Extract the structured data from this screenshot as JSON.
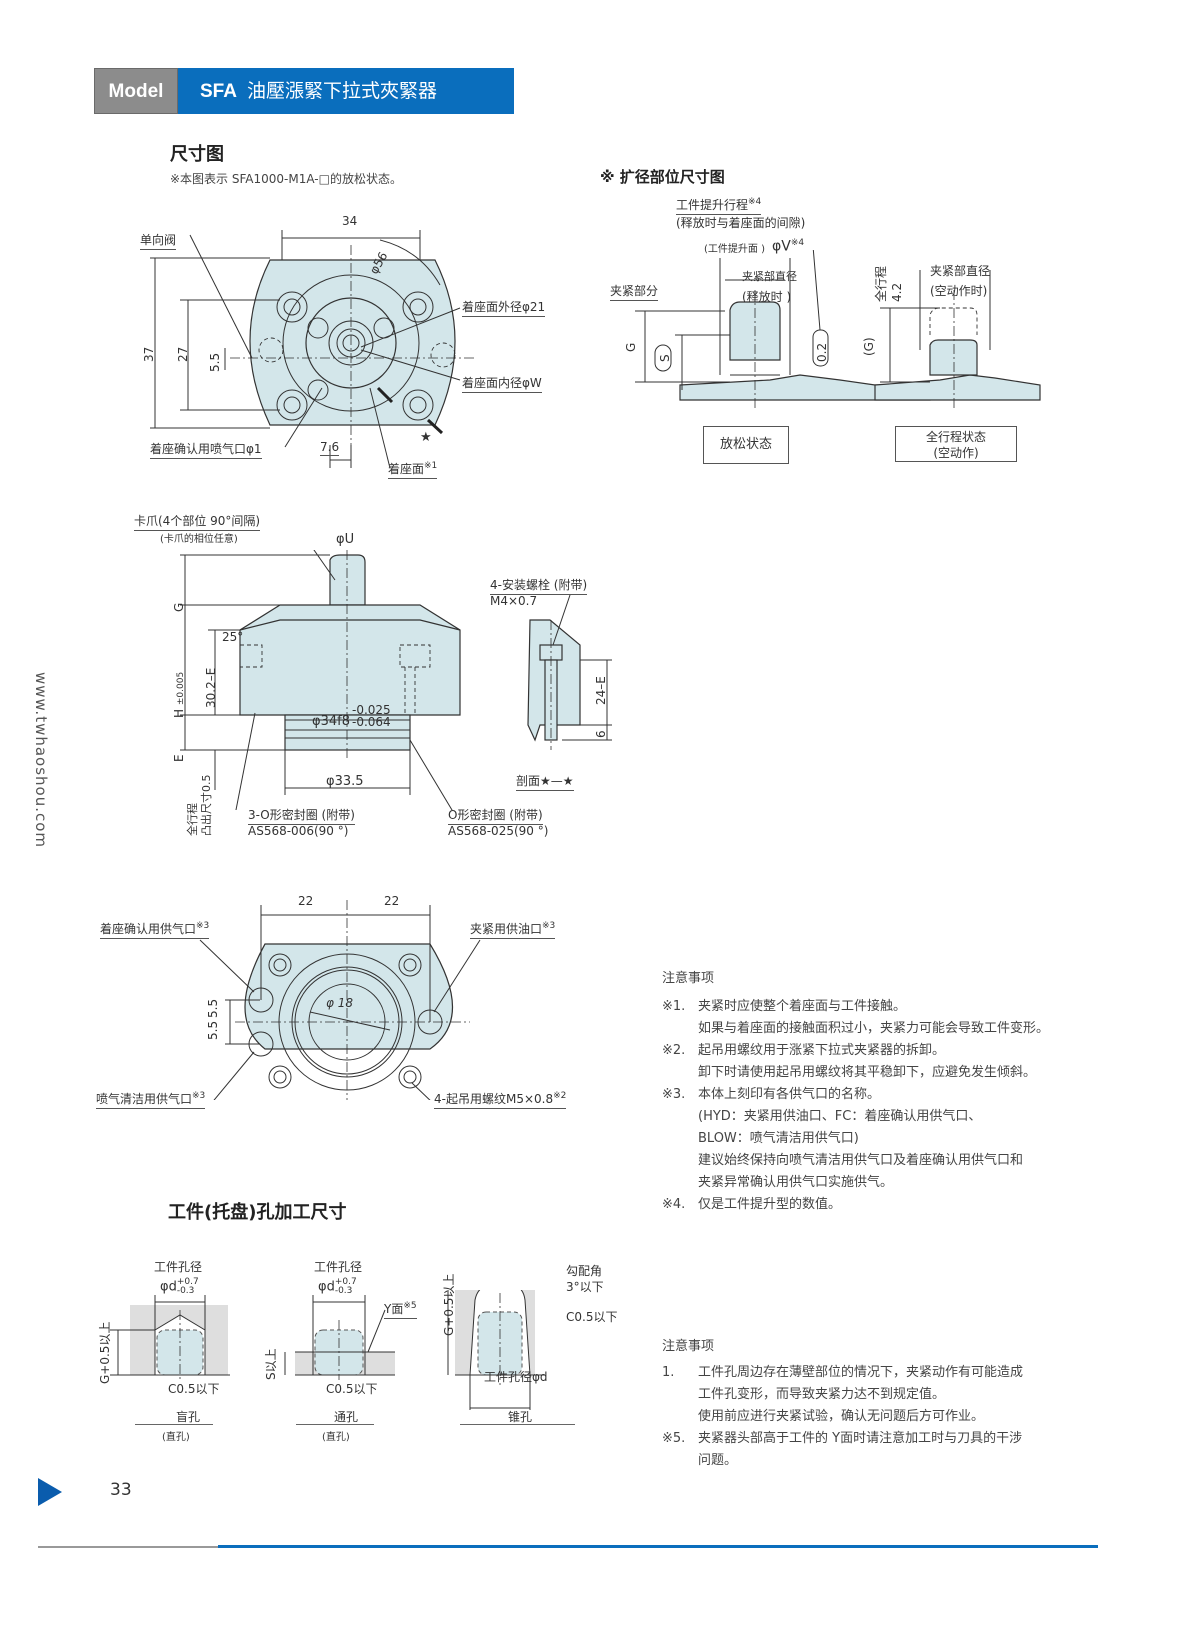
{
  "header": {
    "model_label": "Model",
    "series": "SFA",
    "title": "油壓漲緊下拉式夾緊器"
  },
  "section_dimension": {
    "title": "尺寸图",
    "subtitle": "※本图表示 SFA1000-M1A-□的放松状态。"
  },
  "top_view": {
    "dim_34": "34",
    "dim_56": "φ56",
    "dim_37": "37",
    "dim_27": "27",
    "dim_55": "5.5",
    "dim_76": "7.6",
    "check_valve": "单向阀",
    "seat_outer": "着座面外径φ21",
    "seat_inner": "着座面内径φW",
    "seat_air": "着座确认用喷气口φ1",
    "seat_face": "着座面",
    "seat_face_note": "※1",
    "star": "★"
  },
  "expand_view": {
    "title": "※ 扩径部位尺寸图",
    "lift_stroke": "工件提升行程",
    "lift_note": "※4",
    "lift_gap": "(释放时与着座面的间隙)",
    "lift_face": "(工件提升面 )",
    "phi_v": "φV",
    "phi_v_note": "※4",
    "clamp_dia": "夹紧部直径",
    "release": "(释放时 )",
    "clamp_part": "夹紧部分",
    "g": "G",
    "s": "S",
    "gap": "0.2",
    "state_release": "放松状态",
    "full_stroke_label": "全行程",
    "full_stroke_val": "4.2",
    "clamp_dia2": "夹紧部直径",
    "idle": "(空动作时)",
    "g_paren": "(G)",
    "state_full": "全行程状态",
    "state_full_sub": "(空动作)"
  },
  "side_view": {
    "claw": "卡爪(4个部位 90°间隔)",
    "claw_sub": "(卡爪的相位任意)",
    "phi_u": "φU",
    "g": "G",
    "angle": "25°",
    "h": "H",
    "h_tol": "±0.005",
    "dim_302e": "30.2–E",
    "e": "E",
    "phi34": "φ34f8",
    "tol_up": "-0.025",
    "tol_low": "-0.064",
    "phi335": "φ33.5",
    "full_stroke": "全行程",
    "protrude": "凸出尺寸0.5",
    "oring3": "3-O形密封圈 (附带)",
    "oring3_spec": "AS568-006(90 °)",
    "oring": "O形密封圈 (附带)",
    "oring_spec": "AS568-025(90 °)",
    "bolt": "4-安装螺栓 (附带)",
    "bolt_spec": "M4×0.7",
    "dim_24e": "24–E",
    "dim_6": "6",
    "section": "剖面★—★"
  },
  "bottom_view": {
    "dim_22a": "22",
    "dim_22b": "22",
    "seat_supply": "着座确认用供气口",
    "seat_supply_note": "※3",
    "clamp_oil": "夹紧用供油口",
    "clamp_oil_note": "※3",
    "dim_55a": "5.5",
    "dim_55b": "5.5",
    "phi18": "φ 18",
    "blow": "喷气清洁用供气口",
    "blow_note": "※3",
    "lift_thread": "4-起吊用螺纹M5×0.8",
    "lift_thread_note": "※2"
  },
  "notes1": {
    "title": "注意事项",
    "items": [
      {
        "key": "※1.",
        "lines": [
          "夹紧时应使整个着座面与工件接触。",
          "如果与着座面的接触面积过小，夹紧力可能会导致工件变形。"
        ]
      },
      {
        "key": "※2.",
        "lines": [
          "起吊用螺纹用于涨紧下拉式夹紧器的拆卸。",
          "卸下时请使用起吊用螺纹将其平稳卸下，应避免发生倾斜。"
        ]
      },
      {
        "key": "※3.",
        "lines": [
          "本体上刻印有各供气口的名称。",
          "(HYD：夹紧用供油口、FC：着座确认用供气口、",
          "BLOW：喷气清洁用供气口)",
          "建议始终保持向喷气清洁用供气口及着座确认用供气口和",
          "夹紧异常确认用供气口实施供气。"
        ]
      },
      {
        "key": "※4.",
        "lines": [
          "仅是工件提升型的数值。"
        ]
      }
    ]
  },
  "hole_section": {
    "title": "工件(托盘)孔加工尺寸",
    "blind": {
      "dia_label": "工件孔径",
      "dia": "φd",
      "tol_up": "+0.7",
      "tol_low": "-0.3",
      "depth": "G+0.5以上",
      "chamfer": "C0.5以下",
      "name": "盲孔",
      "sub": "(直孔)"
    },
    "through": {
      "dia_label": "工件孔径",
      "dia": "φd",
      "tol_up": "+0.7",
      "tol_low": "-0.3",
      "y_face": "Y面",
      "y_note": "※5",
      "depth": "S以上",
      "chamfer": "C0.5以下",
      "name": "通孔",
      "sub": "(直孔)"
    },
    "taper": {
      "draft": "勾配角",
      "draft_val": "3°以下",
      "chamfer": "C0.5以下",
      "depth": "G+0.5以上",
      "dia": "工件孔径φd",
      "name": "锥孔"
    }
  },
  "notes2": {
    "title": "注意事项",
    "items": [
      {
        "key": "1.",
        "lines": [
          "工件孔周边存在薄壁部位的情况下，夹紧动作有可能造成",
          "工件孔变形，而导致夹紧力达不到规定值。",
          "使用前应进行夹紧试验，确认无问题后方可作业。"
        ]
      },
      {
        "key": "※5.",
        "lines": [
          "夹紧器头部高于工件的 Y面时请注意加工时与刀具的干涉",
          "问题。"
        ]
      }
    ]
  },
  "footer": {
    "page": "33",
    "website": "www.twhaoshou.com"
  },
  "colors": {
    "brand_blue": "#0a6ebd",
    "model_grey": "#8c8c8c",
    "part_fill": "#d3e6ea"
  }
}
